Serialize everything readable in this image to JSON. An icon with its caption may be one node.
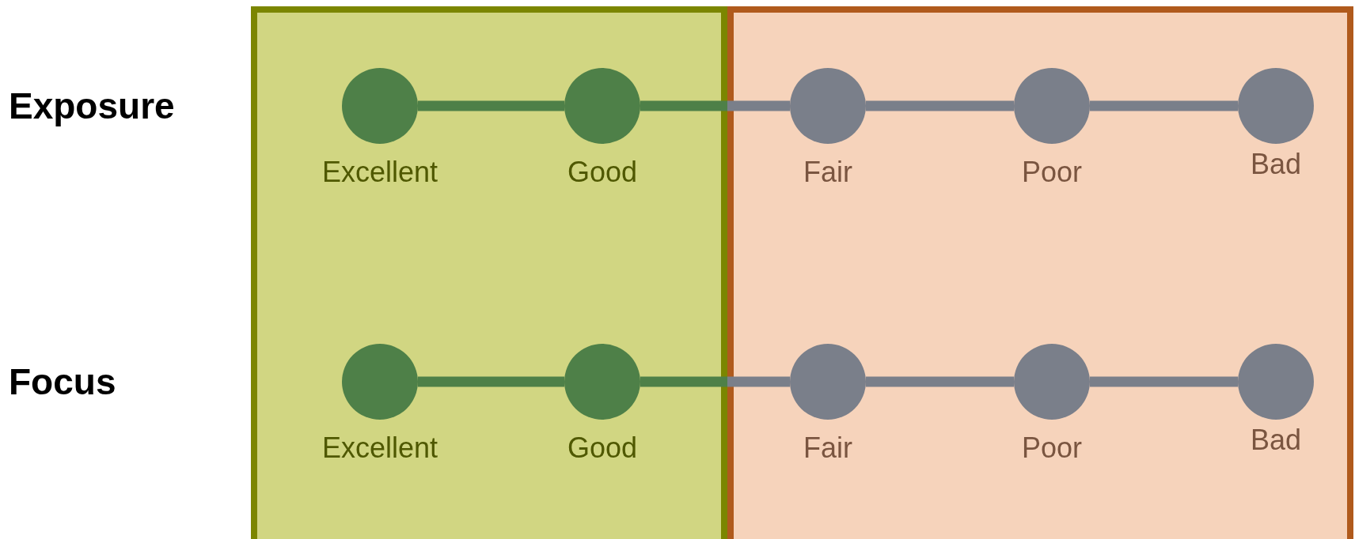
{
  "diagram": {
    "nodes": [
      {
        "text": [],
        "shape": "box"
      },
      {
        "text": [],
        "shape": "box"
      },
      {
        "text": [],
        "shape": "circle",
        "in": 0,
        "beside": [
          "Excellent"
        ]
      },
      {
        "text": [],
        "shape": "circle",
        "in": 0,
        "beside": [
          "Good"
        ]
      },
      {
        "text": [],
        "shape": "circle",
        "in": 1,
        "beside": [
          "Fair"
        ]
      },
      {
        "text": [],
        "shape": "circle",
        "in": 1,
        "beside": [
          "Poor"
        ]
      },
      {
        "text": [],
        "shape": "circle",
        "in": 1,
        "beside": [
          "Bad"
        ]
      },
      {
        "text": [],
        "shape": "circle",
        "in": 0,
        "beside": [
          "Excellent"
        ]
      },
      {
        "text": [],
        "shape": "circle",
        "in": 0,
        "beside": [
          "Good"
        ]
      },
      {
        "text": [],
        "shape": "circle",
        "in": 1,
        "beside": [
          "Fair"
        ]
      },
      {
        "text": [],
        "shape": "circle",
        "in": 1,
        "beside": [
          "Poor"
        ]
      },
      {
        "text": [],
        "shape": "circle",
        "in": 1,
        "beside": [
          "Bad"
        ]
      }
    ],
    "edges": [
      {
        "from": 2,
        "to": 3,
        "arrow": "none"
      },
      {
        "from": 3,
        "to": 4,
        "arrow": "none"
      },
      {
        "from": 4,
        "to": 5,
        "arrow": "none",
        "color": "#7a7f8a"
      },
      {
        "from": 5,
        "to": 6,
        "arrow": "none",
        "color": "#7a7f8a"
      },
      {
        "from": 7,
        "to": 8,
        "arrow": "none"
      },
      {
        "from": 8,
        "to": 9,
        "arrow": "none"
      },
      {
        "from": 9,
        "to": 10,
        "arrow": "none",
        "color": "#7a7f8a"
      },
      {
        "from": 10,
        "to": 11,
        "arrow": "none",
        "color": "#7a7f8a"
      }
    ],
    "labels": [
      "Exposure",
      "Focus"
    ]
  }
}
